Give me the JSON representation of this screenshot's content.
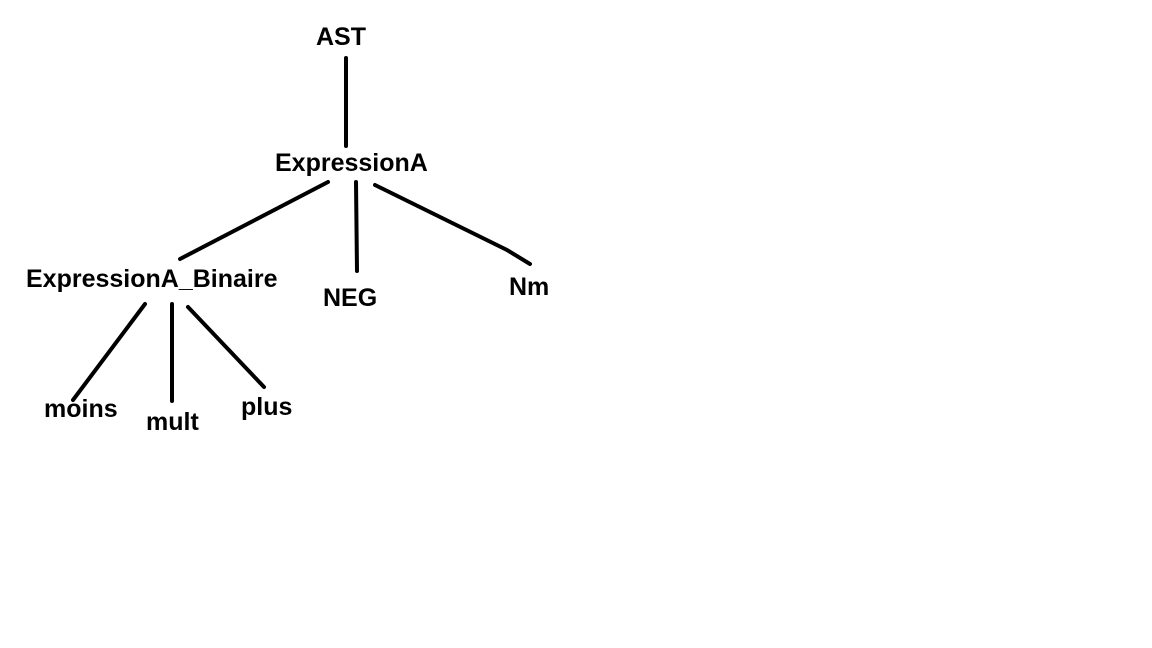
{
  "diagram": {
    "nodes": {
      "root": "AST",
      "expression": "ExpressionA",
      "binaire": "ExpressionA_Binaire",
      "neg": "NEG",
      "nm": "Nm",
      "moins": "moins",
      "mult": "mult",
      "plus": "plus"
    },
    "edges": [
      [
        "root",
        "expression"
      ],
      [
        "expression",
        "binaire"
      ],
      [
        "expression",
        "neg"
      ],
      [
        "expression",
        "nm"
      ],
      [
        "binaire",
        "moins"
      ],
      [
        "binaire",
        "mult"
      ],
      [
        "binaire",
        "plus"
      ]
    ],
    "colors": {
      "line": "#000000",
      "text": "#000000",
      "background": "#ffffff"
    }
  }
}
